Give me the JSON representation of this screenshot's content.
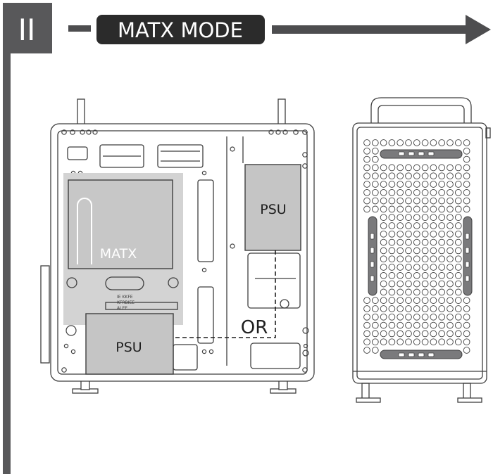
{
  "badge": {
    "numeral": "II"
  },
  "banner": {
    "label": "MATX MODE"
  },
  "left_case": {
    "matx_label": "MATX",
    "psu_top_label": "PSU",
    "psu_bottom_label": "PSU",
    "or_label": "OR",
    "board_text": [
      "IE KKFE",
      "KFRBIEE",
      "ALEE"
    ]
  },
  "colors": {
    "badge_fill": "#58585a",
    "banner_fill": "#2b2b2b",
    "banner_text": "#ffffff",
    "arrow": "#4d4d4f",
    "line": "#3f3f3f",
    "area_fill": "#d3d3d3",
    "matx_fill": "#c7c7c7",
    "psu_fill": "#c5c5c5",
    "case_fill": "#ffffff"
  }
}
